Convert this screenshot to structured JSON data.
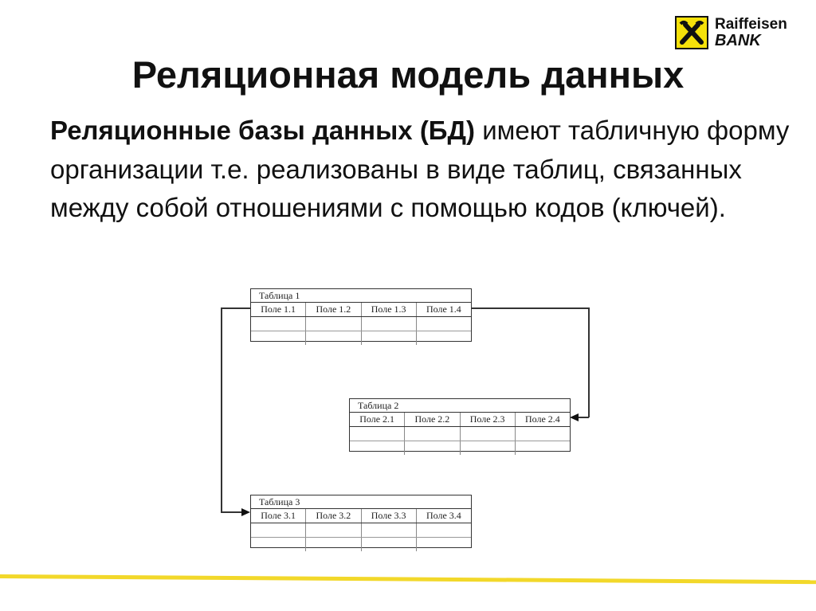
{
  "logo": {
    "brand_line1": "Raiffeisen",
    "brand_line2": "BANK",
    "icon": "raiffeisen-crossed-horses-icon",
    "color": "#f5e10a"
  },
  "slide": {
    "title": "Реляционная модель данных",
    "paragraph": {
      "bold_part": "Реляционные базы данных (БД)",
      "normal_part": " имеют табличную форму организации т.е. реализованы в виде таблиц, связанных между собой отношениями с помощью кодов (ключей)."
    }
  },
  "diagram": {
    "tables": [
      {
        "caption": "Таблица 1",
        "fields": [
          "Поле 1.1",
          "Поле 1.2",
          "Поле 1.3",
          "Поле 1.4"
        ]
      },
      {
        "caption": "Таблица 2",
        "fields": [
          "Поле 2.1",
          "Поле 2.2",
          "Поле 2.3",
          "Поле 2.4"
        ]
      },
      {
        "caption": "Таблица 3",
        "fields": [
          "Поле 3.1",
          "Поле 3.2",
          "Поле 3.3",
          "Поле 3.4"
        ]
      }
    ],
    "relations": [
      {
        "from": "Поле 1.4",
        "to": "Поле 2.4"
      },
      {
        "from": "Поле 1.1",
        "to": "Поле 3.1"
      }
    ]
  },
  "footer": {
    "accent_color": "#f2d82a"
  }
}
